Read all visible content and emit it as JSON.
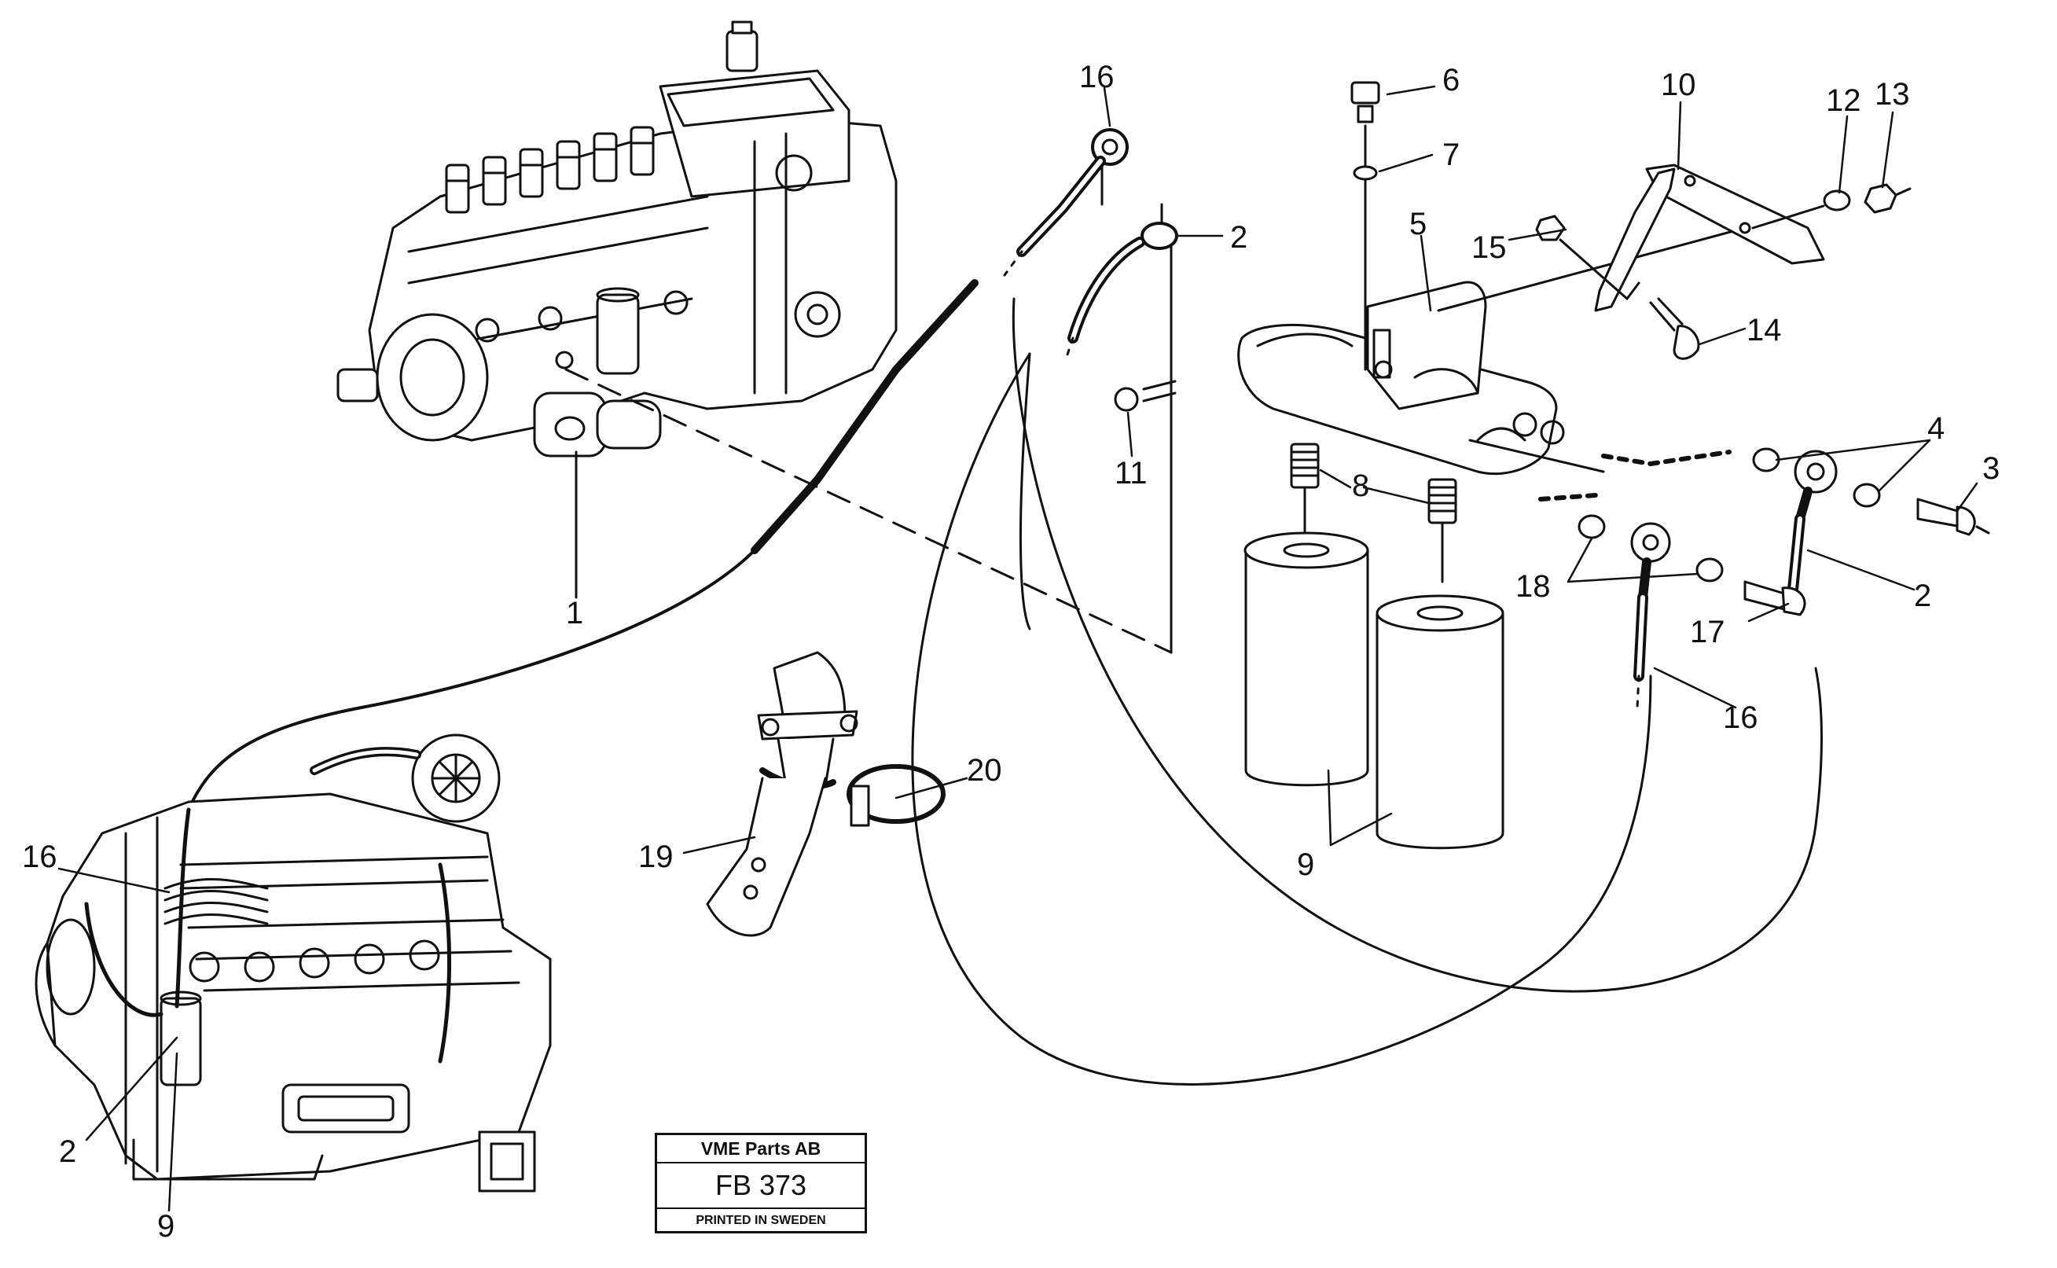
{
  "diagram": {
    "callouts": [
      {
        "id": "c1",
        "text": "1"
      },
      {
        "id": "c2a",
        "text": "2"
      },
      {
        "id": "c2b",
        "text": "2"
      },
      {
        "id": "c2c",
        "text": "2"
      },
      {
        "id": "c3",
        "text": "3"
      },
      {
        "id": "c4",
        "text": "4"
      },
      {
        "id": "c5",
        "text": "5"
      },
      {
        "id": "c6",
        "text": "6"
      },
      {
        "id": "c7",
        "text": "7"
      },
      {
        "id": "c8",
        "text": "8"
      },
      {
        "id": "c9a",
        "text": "9"
      },
      {
        "id": "c9b",
        "text": "9"
      },
      {
        "id": "c10",
        "text": "10"
      },
      {
        "id": "c11",
        "text": "11"
      },
      {
        "id": "c12",
        "text": "12"
      },
      {
        "id": "c13",
        "text": "13"
      },
      {
        "id": "c14",
        "text": "14"
      },
      {
        "id": "c15",
        "text": "15"
      },
      {
        "id": "c16a",
        "text": "16"
      },
      {
        "id": "c16b",
        "text": "16"
      },
      {
        "id": "c16c",
        "text": "16"
      },
      {
        "id": "c17",
        "text": "17"
      },
      {
        "id": "c18",
        "text": "18"
      },
      {
        "id": "c19",
        "text": "19"
      },
      {
        "id": "c20",
        "text": "20"
      }
    ]
  },
  "stamp": {
    "company": "VME Parts AB",
    "drawing_no": "FB 373",
    "printed": "PRINTED IN SWEDEN"
  },
  "colors": {
    "ink": "#111111",
    "paper": "#ffffff"
  }
}
